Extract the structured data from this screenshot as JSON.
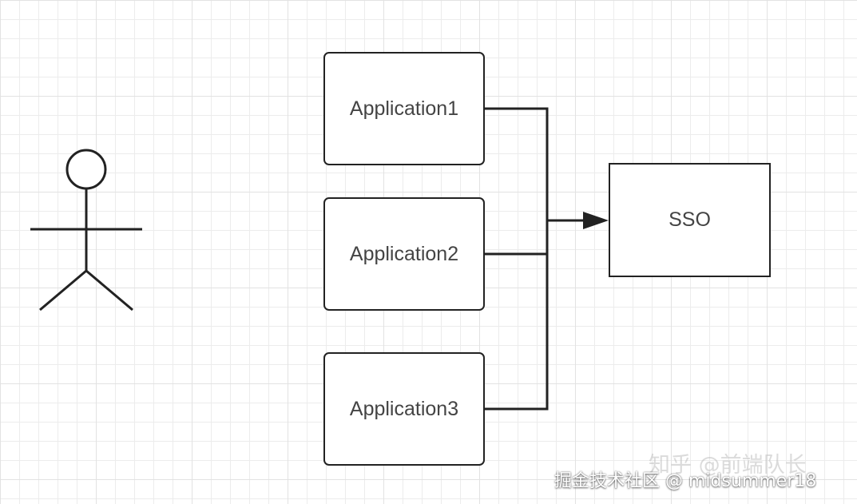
{
  "diagram": {
    "nodes": {
      "app1": "Application1",
      "app2": "Application2",
      "app3": "Application3",
      "sso": "SSO"
    },
    "edges": [
      {
        "from": "app1",
        "to": "sso"
      },
      {
        "from": "app2",
        "to": "sso"
      },
      {
        "from": "app3",
        "to": "sso"
      }
    ],
    "actor": "user-stick-figure"
  },
  "watermarks": {
    "zhihu": "知乎 @前端队长",
    "juejin": "掘金技术社区 @ midsummer18"
  },
  "colors": {
    "stroke": "#222222",
    "text": "#444444",
    "grid": "#ececec",
    "background": "#ffffff"
  }
}
